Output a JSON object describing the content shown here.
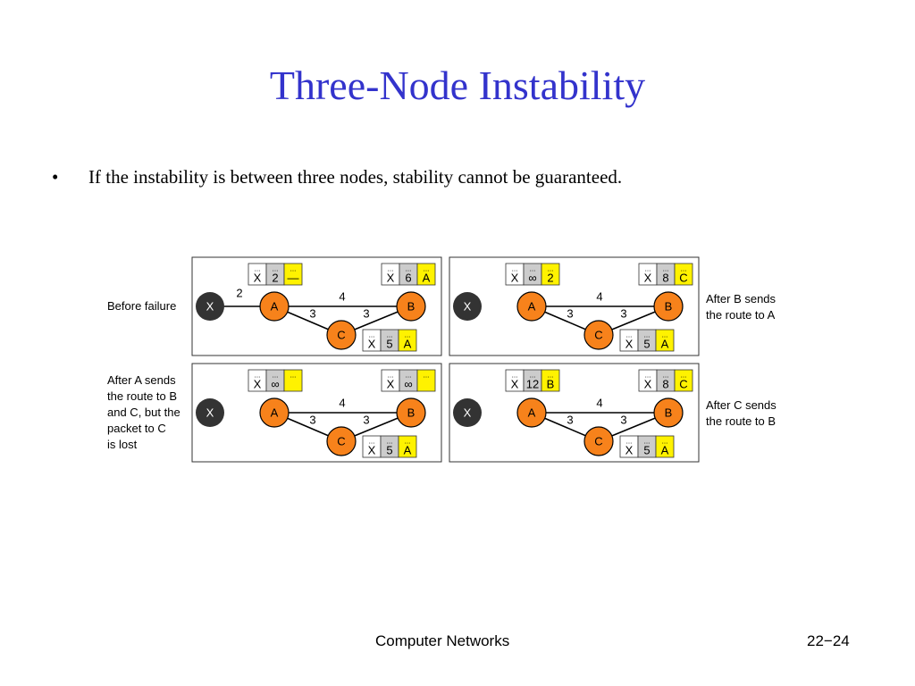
{
  "slide": {
    "title": "Three-Node Instability",
    "bullet_symbol": "•",
    "bullet": "If the instability is between three nodes, stability cannot be guaranteed.",
    "footer_left": "Computer Networks",
    "footer_right": "22−24"
  },
  "figure": {
    "colors": {
      "orange": "#f7821b",
      "dark_node": "#333333",
      "yellow": "#fff200",
      "gray": "#cccccc"
    },
    "side_labels": {
      "before": "Before failure",
      "after_b": "After B sends\nthe route to A",
      "after_a": "After A sends\nthe route to B\nand C, but the\npacket to C\nis lost",
      "after_c": "After C sends\nthe route to B"
    },
    "panels": [
      {
        "edge_xa_label": "2",
        "edge_ab": "4",
        "edge_ac": "3",
        "edge_bc": "3",
        "link_xa": true,
        "tables": {
          "A": [
            "X",
            "2",
            "—"
          ],
          "B": [
            "X",
            "6",
            "A"
          ],
          "C": [
            "X",
            "5",
            "A"
          ]
        }
      },
      {
        "edge_xa_label": "",
        "edge_ab": "4",
        "edge_ac": "3",
        "edge_bc": "3",
        "link_xa": false,
        "tables": {
          "A": [
            "X",
            "∞",
            "2"
          ],
          "B": [
            "X",
            "8",
            "C"
          ],
          "C": [
            "X",
            "5",
            "A"
          ]
        }
      },
      {
        "edge_xa_label": "",
        "edge_ab": "4",
        "edge_ac": "3",
        "edge_bc": "3",
        "link_xa": false,
        "tables": {
          "A": [
            "X",
            "∞",
            ""
          ],
          "B": [
            "X",
            "∞",
            ""
          ],
          "C": [
            "X",
            "5",
            "A"
          ]
        }
      },
      {
        "edge_xa_label": "",
        "edge_ab": "4",
        "edge_ac": "3",
        "edge_bc": "3",
        "link_xa": false,
        "tables": {
          "A": [
            "X",
            "12",
            "B"
          ],
          "B": [
            "X",
            "8",
            "C"
          ],
          "C": [
            "X",
            "5",
            "A"
          ]
        }
      }
    ],
    "ellipsis": "...",
    "node_labels": {
      "X": "X",
      "A": "A",
      "B": "B",
      "C": "C"
    }
  }
}
